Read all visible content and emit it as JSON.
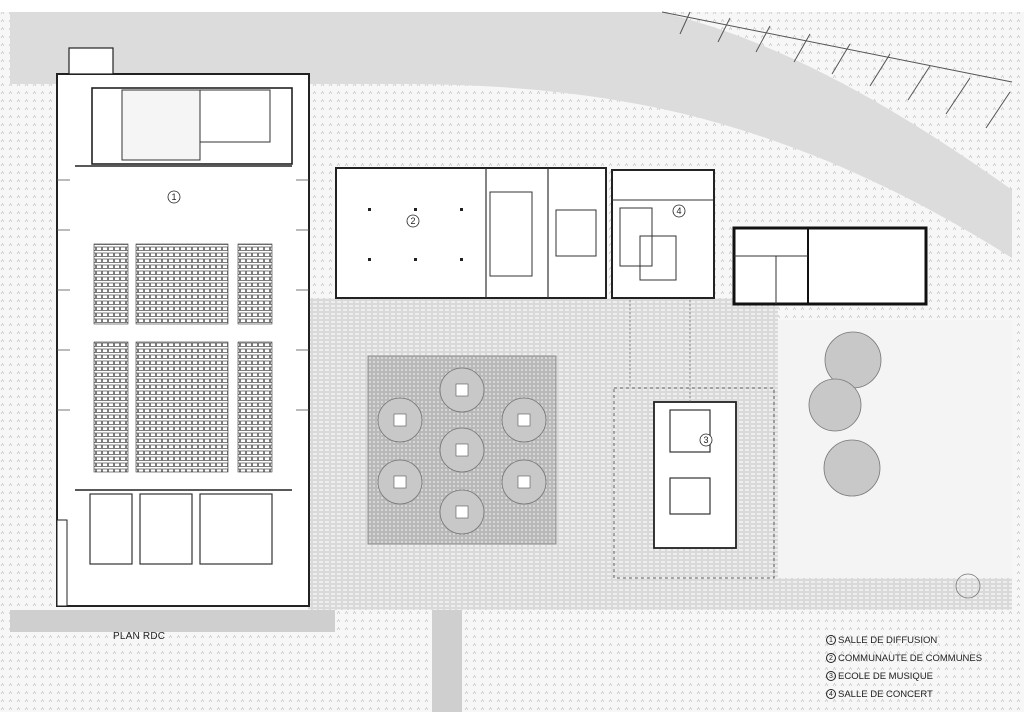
{
  "plan": {
    "caption": "PLAN RDC",
    "building_labels": [
      {
        "id": "1",
        "num": "1"
      },
      {
        "id": "2",
        "num": "2"
      },
      {
        "id": "3",
        "num": "3"
      },
      {
        "id": "4",
        "num": "4"
      }
    ],
    "legend": [
      {
        "num": "1",
        "label": "SALLE DE DIFFUSION"
      },
      {
        "num": "2",
        "label": "COMMUNAUTE DE COMMUNES"
      },
      {
        "num": "3",
        "label": "ECOLE DE MUSIQUE"
      },
      {
        "num": "4",
        "label": "SALLE DE CONCERT"
      }
    ],
    "colors": {
      "road": "#d9d9d9",
      "paving": "#e9e9e9",
      "lines": "#222222"
    }
  }
}
